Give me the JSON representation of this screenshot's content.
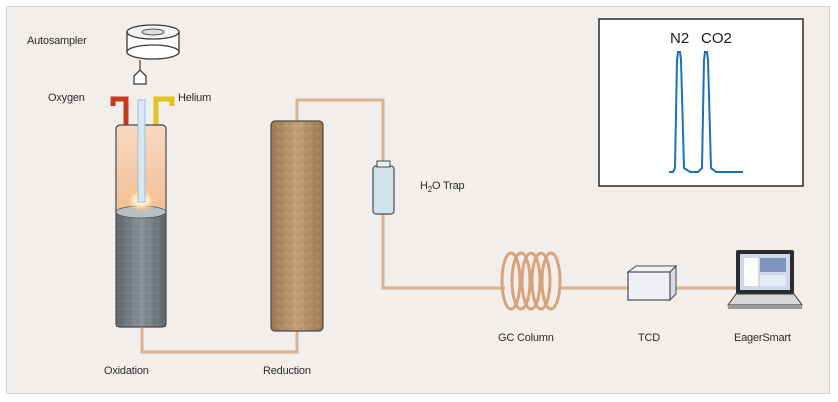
{
  "labels": {
    "autosampler": "Autosampler",
    "oxygen": "Oxygen",
    "helium": "Helium",
    "oxidation": "Oxidation",
    "reduction": "Reduction",
    "h2o_trap_h": "H",
    "h2o_trap_sub": "2",
    "h2o_trap_rest": "O Trap",
    "gc_column": "GC Column",
    "tcd": "TCD",
    "eager_smart": "EagerSmart"
  },
  "chart": {
    "peak1_label": "N2",
    "peak2_label": "CO2"
  },
  "colors": {
    "background": "#f1eeec",
    "tubing": "#d9b38c",
    "oxygen_fitting": "#d04020",
    "helium_fitting": "#e3c11e",
    "oxidation_column": "#7b8488",
    "reduction_column": "#b79168",
    "peak_line": "#1c6ec0"
  }
}
